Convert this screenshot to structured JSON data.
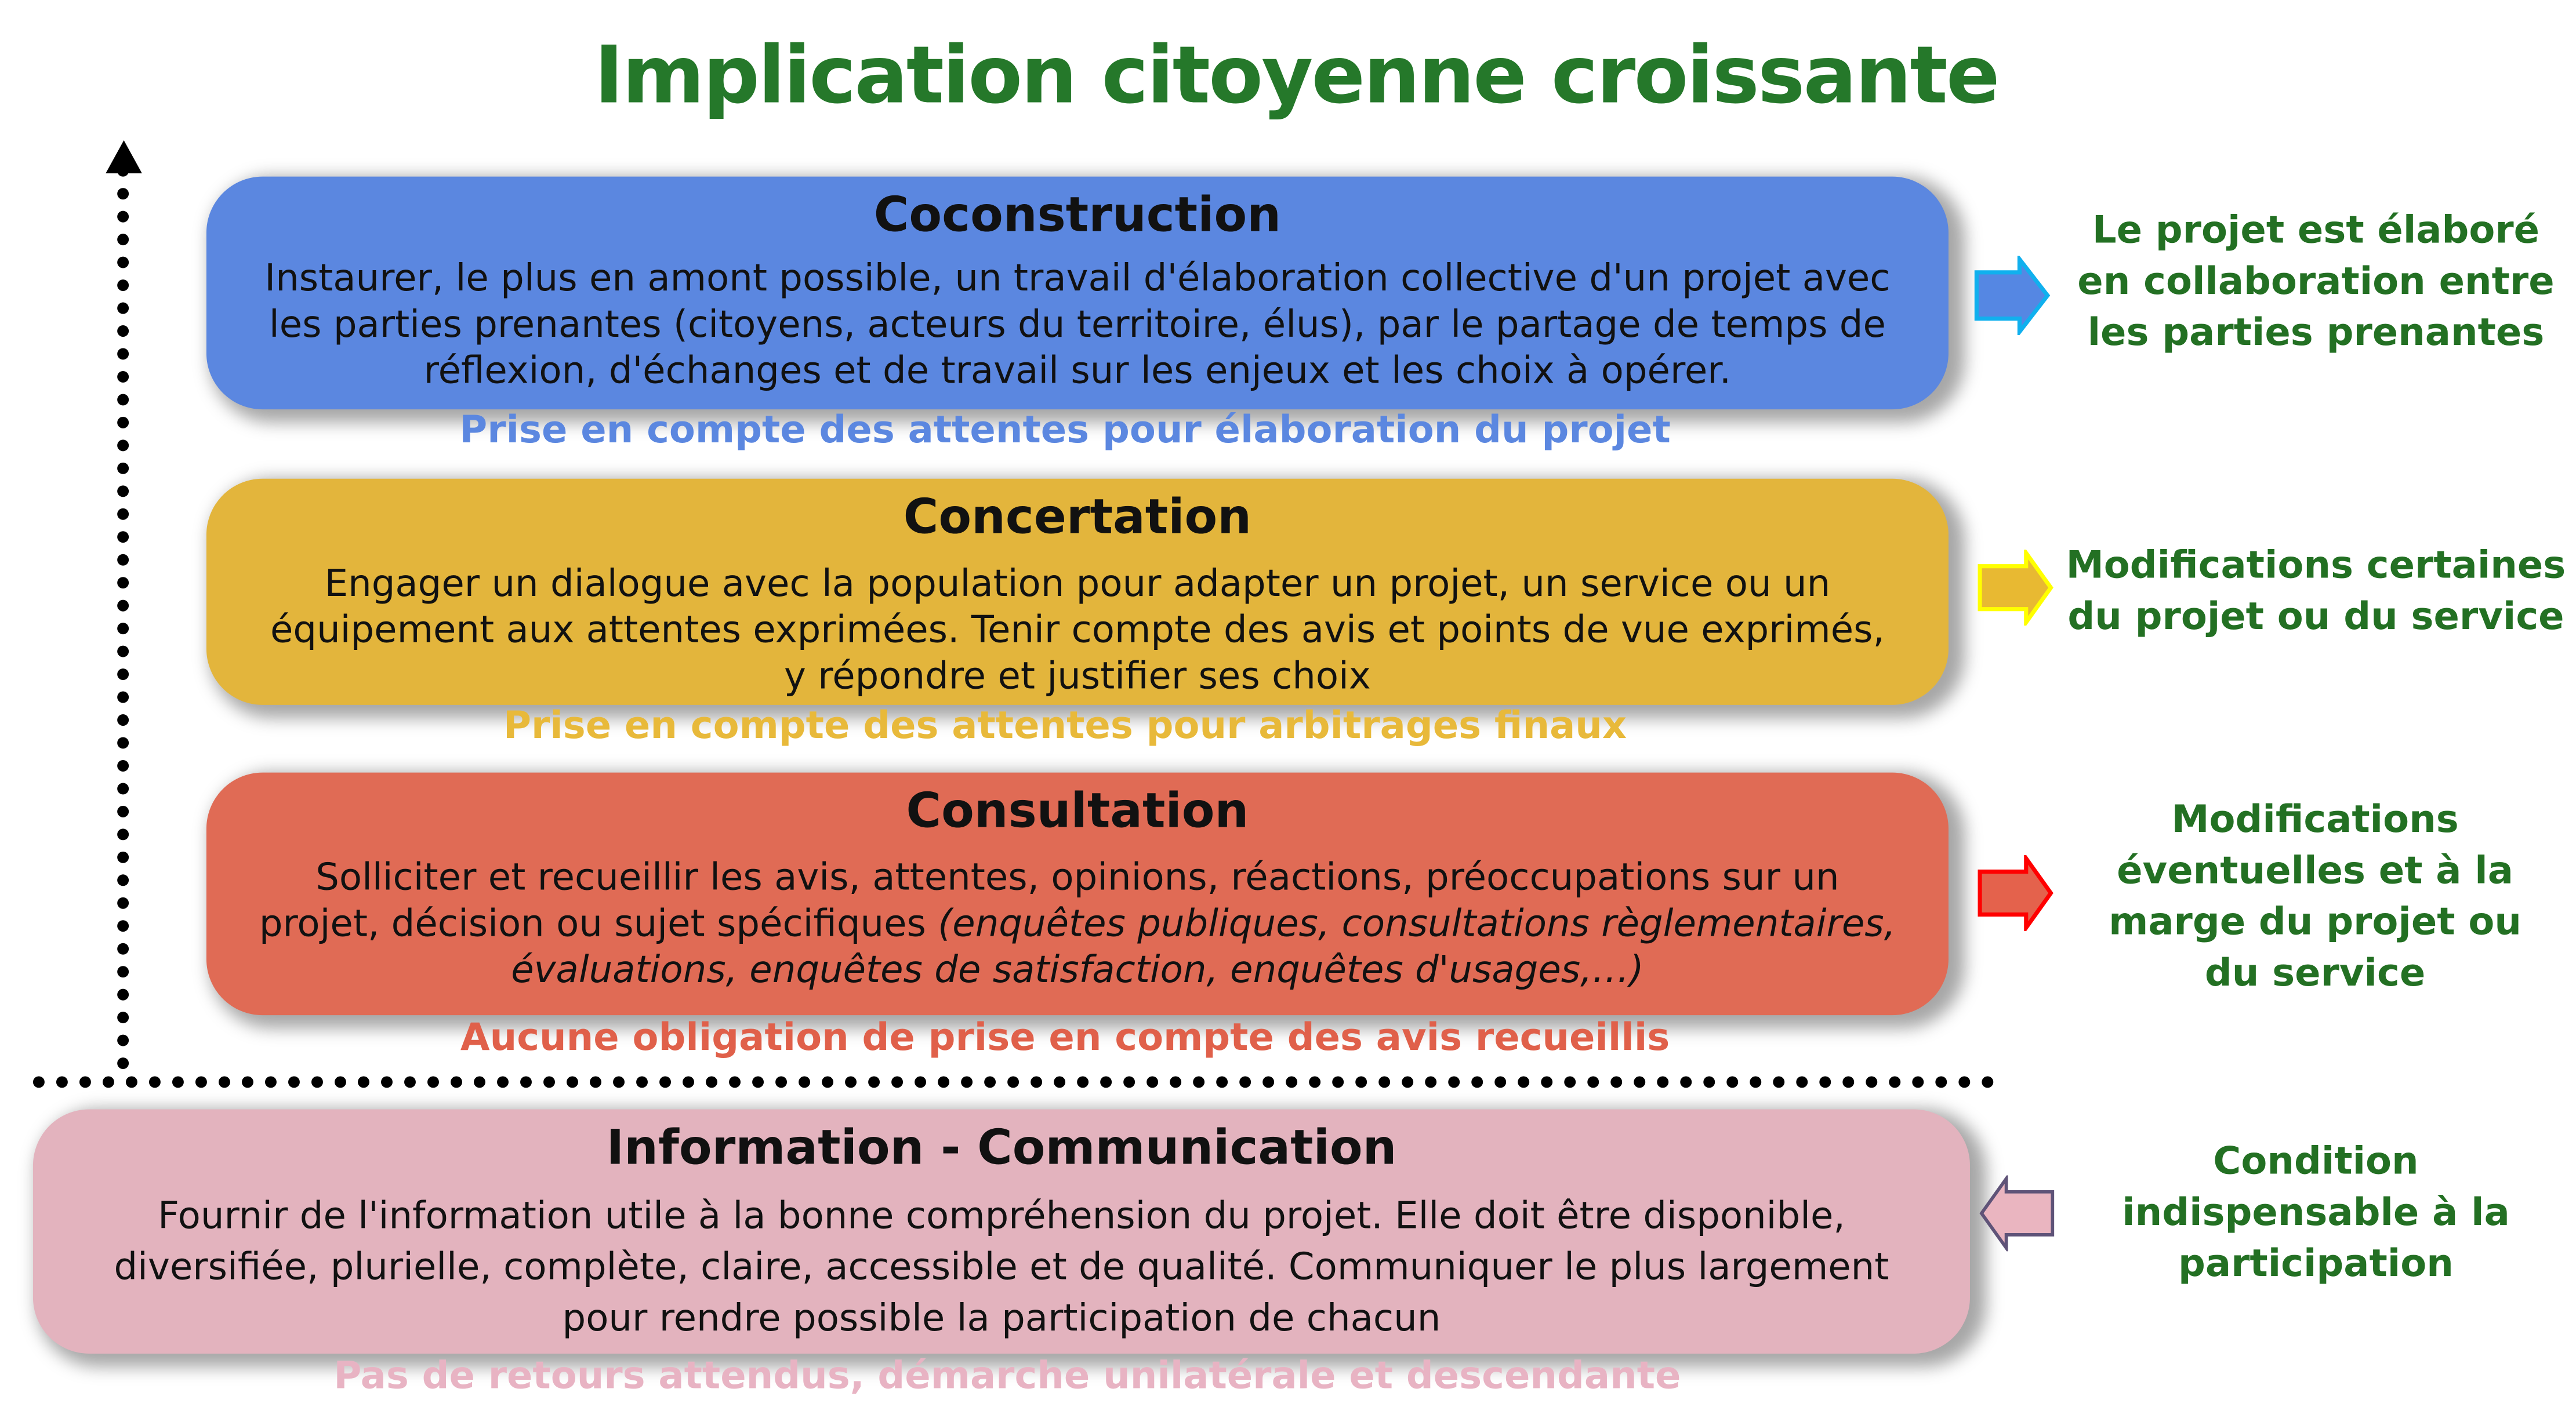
{
  "title": "Implication citoyenne croissante",
  "colors": {
    "title": "#25782a",
    "right_text": "#237023",
    "coconstruction": "#5b87e0",
    "concertation": "#e3b53c",
    "consultation": "#e06b55",
    "information": "#e3b3be"
  },
  "levels": [
    {
      "title": "Coconstruction",
      "body": "Instaurer, le plus en amont possible, un travail d'élaboration collective d'un projet avec les parties prenantes (citoyens, acteurs du territoire, élus), par le partage de temps de réflexion, d'échanges et de travail sur les enjeux et les choix à opérer.",
      "caption": "Prise en compte des attentes pour élaboration du projet",
      "outcome": "Le projet est élaboré en collaboration entre les parties prenantes",
      "arrow": "arrow-right-icon"
    },
    {
      "title": "Concertation",
      "body": "Engager un dialogue avec la population pour adapter un projet, un service ou un équipement aux attentes exprimées. Tenir compte des avis et points de vue exprimés, y répondre et justifier ses choix",
      "caption": "Prise en compte des attentes pour arbitrages finaux",
      "outcome": "Modifications certaines du projet ou du service",
      "arrow": "arrow-right-icon"
    },
    {
      "title": "Consultation",
      "body": "Solliciter et recueillir les avis, attentes, opinions, réactions, préoccupations sur un projet, décision ou sujet spécifiques ",
      "body_italic": "(enquêtes publiques, consultations règlementaires, évaluations, enquêtes de satisfaction, enquêtes d'usages,…)",
      "caption": "Aucune obligation de prise en compte des avis recueillis",
      "outcome": "Modifications éventuelles et à la marge du projet ou du service",
      "arrow": "arrow-right-icon"
    },
    {
      "title": "Information - Communication",
      "body": "Fournir de l'information utile à la bonne compréhension du projet. Elle doit être disponible, diversifiée, plurielle, complète, claire, accessible et de qualité. Communiquer le plus largement pour rendre possible la participation de chacun",
      "caption": "Pas de retours attendus, démarche unilatérale et descendante",
      "outcome": "Condition indispensable à la participation",
      "arrow": "arrow-left-icon"
    }
  ]
}
